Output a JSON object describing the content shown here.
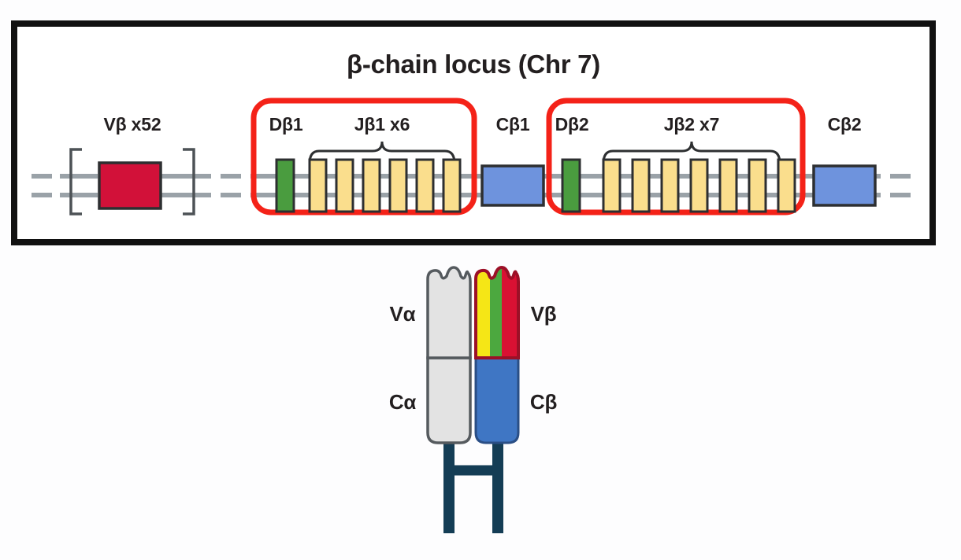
{
  "figure": {
    "panel_title": "β-chain locus (Chr 7)",
    "background_color": "#fdfdfe",
    "frame_color": "#111111",
    "highlight_color": "#f42218"
  },
  "locus": {
    "title": "β-chain locus (Chr 7)",
    "chromosome": "Chr 7",
    "dna_rail_color": "#9aa2a8",
    "segments": [
      {
        "id": "v-beta",
        "label": "Vβ x52",
        "gene": "Vβ",
        "copies": "x52",
        "color": "#d21139",
        "bracket": "square",
        "highlighted": false
      },
      {
        "id": "d-beta-1",
        "label": "Dβ1",
        "gene": "Dβ1",
        "copies": "x1",
        "color": "#4a9c3f",
        "highlighted": true
      },
      {
        "id": "j-beta-1",
        "label": "Jβ1 x6",
        "gene": "Jβ1",
        "copies": "x6",
        "count": 6,
        "color": "#fade8d",
        "bracket": "curly",
        "highlighted": true
      },
      {
        "id": "c-beta-1",
        "label": "Cβ1",
        "gene": "Cβ1",
        "copies": "x1",
        "color": "#6e93dd",
        "highlighted": false
      },
      {
        "id": "d-beta-2",
        "label": "Dβ2",
        "gene": "Dβ2",
        "copies": "x1",
        "color": "#4a9c3f",
        "highlighted": true
      },
      {
        "id": "j-beta-2",
        "label": "Jβ2 x7",
        "gene": "Jβ2",
        "copies": "x7",
        "count": 7,
        "color": "#fade8d",
        "bracket": "curly",
        "highlighted": true
      },
      {
        "id": "c-beta-2",
        "label": "Cβ2",
        "gene": "Cβ2",
        "copies": "x1",
        "color": "#6e93dd",
        "highlighted": false
      }
    ],
    "highlight_boxes": [
      {
        "id": "highlight-d1-j1",
        "covers": [
          "Dβ1",
          "Jβ1 x6"
        ]
      },
      {
        "id": "highlight-d2-j2",
        "covers": [
          "Dβ2",
          "Jβ2 x7"
        ]
      }
    ]
  },
  "receptor": {
    "alpha_chain": {
      "variable_label": "Vα",
      "constant_label": "Cα",
      "domain_color": "#e3e3e3",
      "border_color": "#555a5e"
    },
    "beta_chain": {
      "variable_label": "Vβ",
      "constant_label": "Cβ",
      "constant_color": "#3f76c4",
      "variable_stripes": [
        {
          "name": "cdr-stripe-yellow",
          "color": "#f5e616"
        },
        {
          "name": "cdr-stripe-green",
          "color": "#4ca83f"
        },
        {
          "name": "cdr-stripe-red",
          "color": "#d91133"
        }
      ],
      "border_color": "#9c1027"
    },
    "stalk_color": "#143d55"
  }
}
